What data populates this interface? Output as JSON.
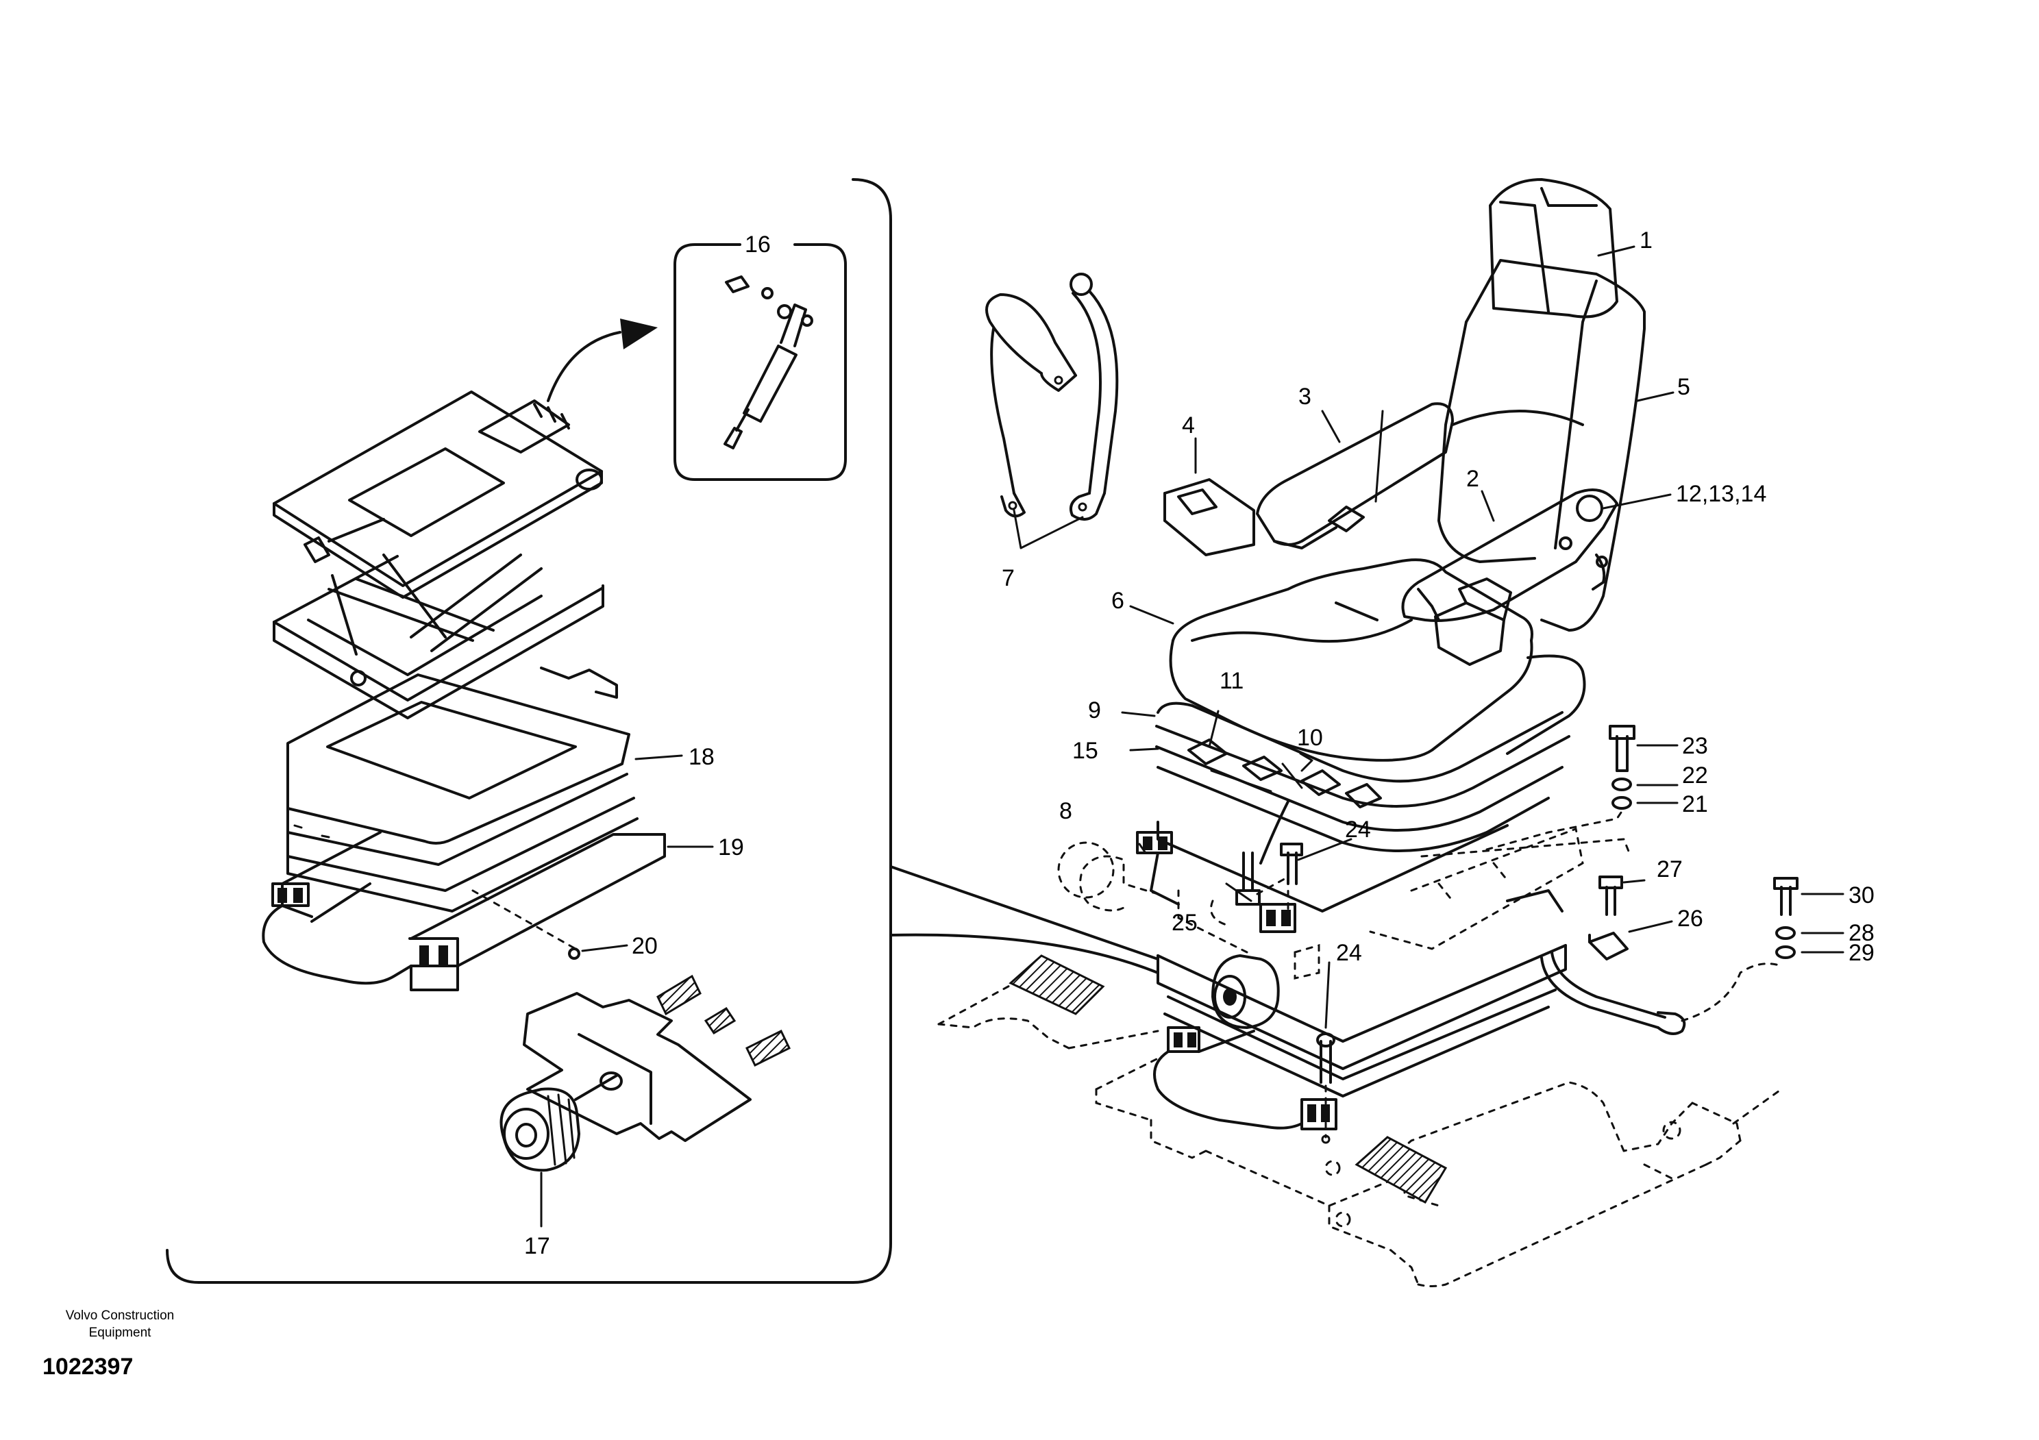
{
  "callouts": [
    "1",
    "2",
    "3",
    "4",
    "5",
    "6",
    "7",
    "8",
    "9",
    "10",
    "11",
    "12,13,14",
    "15",
    "16",
    "17",
    "18",
    "19",
    "20",
    "21",
    "22",
    "23",
    "24",
    "24",
    "25",
    "26",
    "27",
    "28",
    "29",
    "30"
  ],
  "footer": {
    "company": "Volvo Construction Equipment",
    "drawing_number": "1022397"
  }
}
